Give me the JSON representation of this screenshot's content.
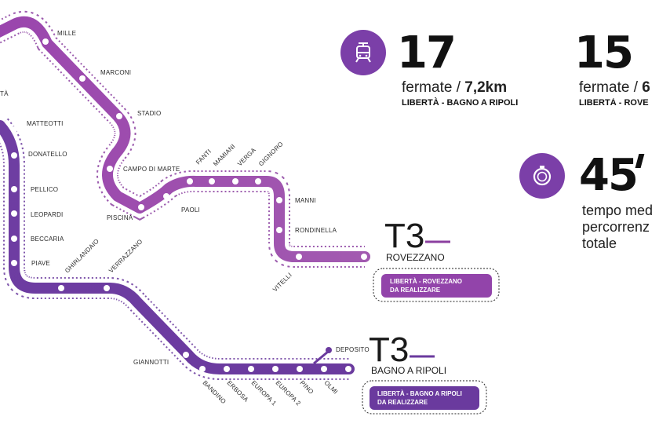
{
  "colors": {
    "purple_light": "#9b4fb0",
    "purple_dark": "#6a3a9e",
    "station_fill": "#ffffff",
    "text_dark": "#1a1a1a"
  },
  "stations": {
    "mille": "MILLE",
    "marconi": "MARCONI",
    "stadio": "STADIO",
    "campo_di_marte": "CAMPO DI MARTE",
    "piscina": "PISCINA",
    "paoli": "PAOLI",
    "fanti": "FANTI",
    "mamiani": "MAMIANI",
    "verga": "VERGA",
    "gignoro": "GIGNORO",
    "manni": "MANNI",
    "rondinella": "RONDINELLA",
    "vitelli": "VITELLI",
    "liberta_partial": "TÀ",
    "matteotti": "MATTEOTTI",
    "donatello": "DONATELLO",
    "pellico": "PELLICO",
    "leopardi": "LEOPARDI",
    "beccaria": "BECCARIA",
    "piave": "PIAVE",
    "ghirlandaio": "GHIRLANDAIO",
    "verrazzano": "VERRAZZANO",
    "giannotti": "GIANNOTTI",
    "bandino": "BANDINO",
    "erbosa": "ERBOSA",
    "europa1": "EUROPA 1",
    "europa2": "EUROPA 2",
    "pino": "PINO",
    "olmi": "OLMI",
    "deposito": "DEPOSITO"
  },
  "lines": {
    "rovezzano": {
      "code": "T3",
      "destination": "ROVEZZANO",
      "box_line1": "LIBERTÀ - ROVEZZANO",
      "box_line2": "DA REALIZZARE"
    },
    "ripoli": {
      "code": "T3",
      "destination": "BAGNO A RIPOLI",
      "box_line1": "LIBERTÀ - BAGNO A RIPOLI",
      "box_line2": "DA REALIZZARE"
    }
  },
  "stats": {
    "ripoli": {
      "icon": "tram-icon",
      "number": "17",
      "unit_text": "fermate",
      "unit_distance": "7,2km",
      "route": "LIBERTÀ - BAGNO A RIPOLI"
    },
    "rovezzano": {
      "number": "15",
      "unit_text": "fermate",
      "unit_distance": "6",
      "route": "LIBERTÀ - ROVE"
    },
    "time": {
      "icon": "stopwatch-icon",
      "number": "45",
      "description": "tempo med\npercorrenz\ntotale"
    }
  }
}
